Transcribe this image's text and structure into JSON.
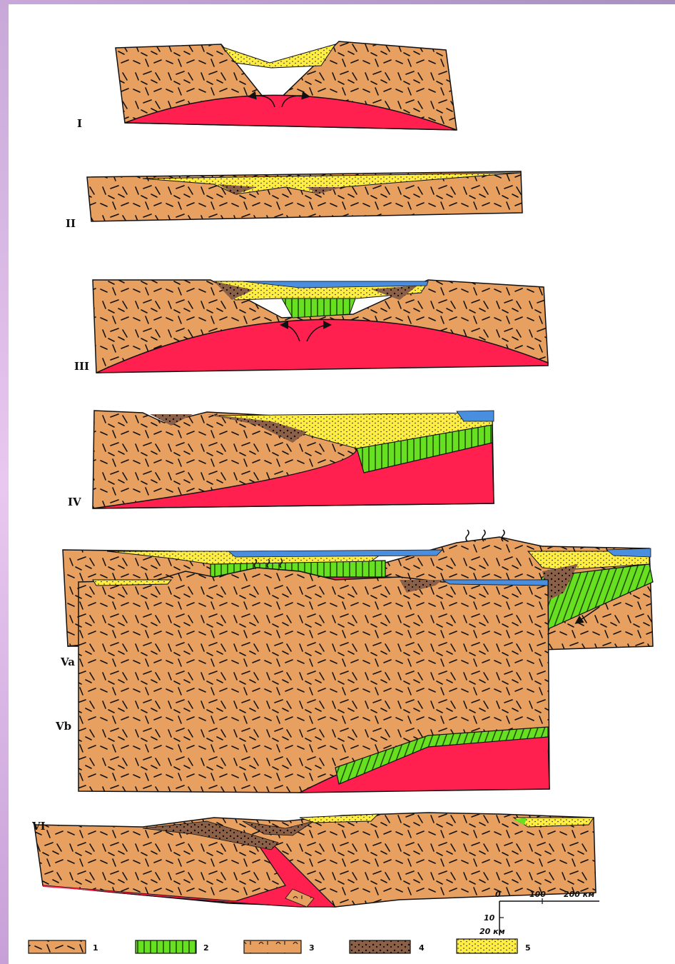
{
  "colors": {
    "continental_crust": "#e8a060",
    "oceanic_crust": "#66e020",
    "mantle": "#ff2050",
    "molasse": "#8a6048",
    "sediments": "#ffee40",
    "water": "#4a8ee0"
  },
  "stages": [
    {
      "id": "I",
      "label": "I"
    },
    {
      "id": "II",
      "label": "II"
    },
    {
      "id": "III",
      "label": "III"
    },
    {
      "id": "IV",
      "label": "IV"
    },
    {
      "id": "Va",
      "label": "Va"
    },
    {
      "id": "Vb",
      "label": "Vb"
    },
    {
      "id": "VI",
      "label": "VI"
    }
  ],
  "scale": {
    "h_ticks": [
      "0",
      "100",
      "200 км"
    ],
    "v_ticks": [
      "10",
      "20 км"
    ]
  },
  "legend": [
    {
      "num": "1",
      "pattern": "continental-crust"
    },
    {
      "num": "2",
      "pattern": "oceanic-crust"
    },
    {
      "num": "3",
      "pattern": "crust-variant"
    },
    {
      "num": "4",
      "pattern": "molasse"
    },
    {
      "num": "5",
      "pattern": "sediments"
    }
  ]
}
